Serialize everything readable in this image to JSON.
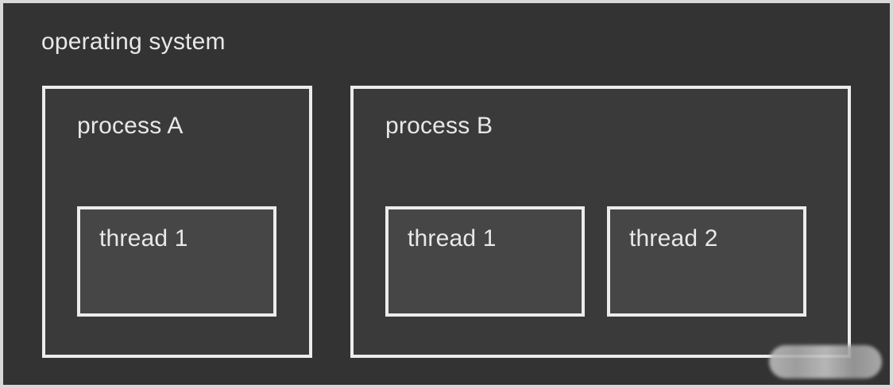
{
  "diagram": {
    "os_label": "operating system",
    "processes": [
      {
        "label": "process A",
        "threads": [
          {
            "label": "thread 1"
          }
        ]
      },
      {
        "label": "process B",
        "threads": [
          {
            "label": "thread 1"
          },
          {
            "label": "thread 2"
          }
        ]
      }
    ]
  },
  "colors": {
    "background": "#333333",
    "process_fill": "#3a3a3a",
    "thread_fill": "#464646",
    "border": "#ececec",
    "text": "#e8e8e8"
  }
}
